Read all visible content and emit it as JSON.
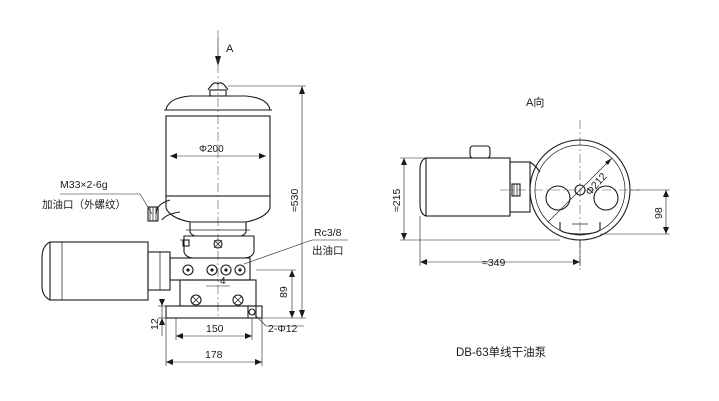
{
  "labels": {
    "view_arrow": "A",
    "view_title": "A向",
    "dia_200": "Φ200",
    "thread": "M33×2-6g",
    "fill_port": "加油口（外螺纹）",
    "port_thread": "Rc3/8",
    "outlet": "出油口",
    "height_530": "≈530",
    "dim_4": "4",
    "dim_89": "89",
    "dim_12": "12",
    "dim_150": "150",
    "dim_178": "178",
    "holes": "2-Φ12",
    "dim_215": "≈215",
    "dia_212": "Φ212",
    "dim_98": "98",
    "dim_349": "≈349",
    "caption": "DB-63单线干油泵"
  }
}
